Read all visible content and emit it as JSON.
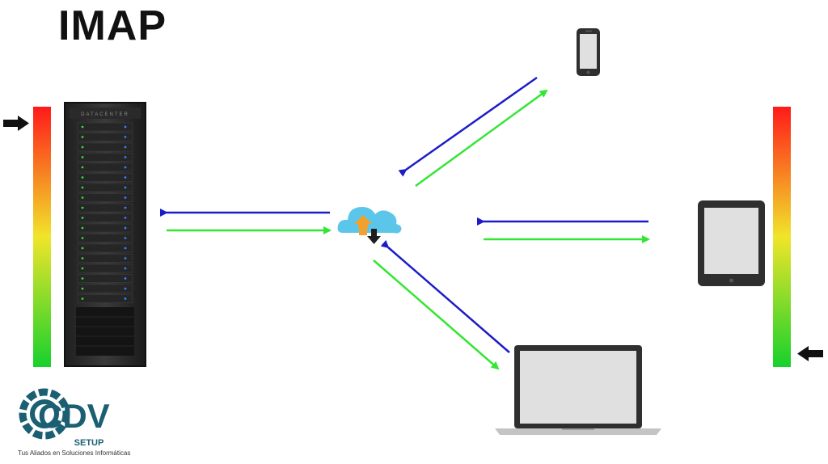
{
  "title": "IMAP",
  "server": {
    "rack_label": "DATACENTER"
  },
  "logo": {
    "brand": "CDV",
    "sub": "SETUP",
    "tagline": "Tus Aliados en Soluciones Informáticas"
  },
  "colors": {
    "download_arrow": "#1c1cc8",
    "upload_arrow": "#33e633",
    "cloud": "#5cc6ea",
    "cloud_up_arrow": "#f2a12c",
    "device_frame": "#3a3a3a",
    "gauge_top": "#ff1a1a",
    "gauge_middle": "#f0e52a",
    "gauge_bottom": "#17d12c",
    "logo": "#1b5f73"
  },
  "icons": {
    "server": "server-rack-icon",
    "cloud": "cloud-sync-icon",
    "phone": "smartphone-icon",
    "tablet": "tablet-icon",
    "laptop": "laptop-icon"
  },
  "gauges": {
    "left": {
      "indicator_level": 0.95
    },
    "right": {
      "indicator_level": 0.05
    }
  }
}
